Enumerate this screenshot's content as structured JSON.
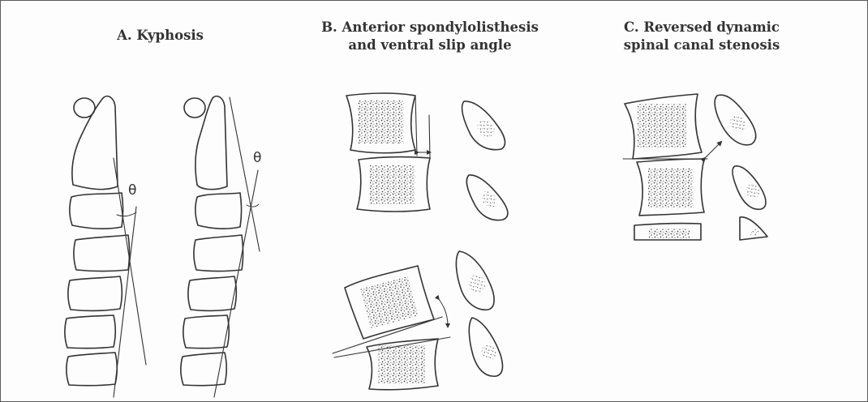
{
  "panels": {
    "a": {
      "title": "A. Kyphosis",
      "angle_symbol": "θ"
    },
    "b": {
      "title_line1": "B. Anterior spondylolisthesis",
      "title_line2": "and ventral slip angle"
    },
    "c": {
      "title_line1": "C. Reversed dynamic",
      "title_line2": "spinal canal stenosis"
    }
  },
  "colors": {
    "ink": "#333333",
    "border": "#5a5a5a",
    "background": "#fdfdfd"
  }
}
